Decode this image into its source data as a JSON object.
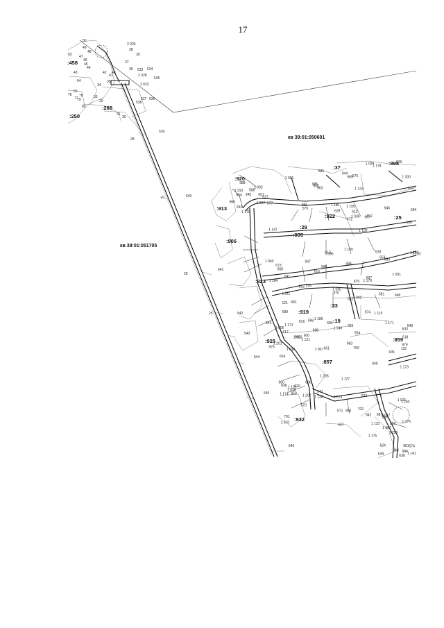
{
  "page": {
    "number": "17"
  },
  "quarters": {
    "north": "кв 39:01:050601",
    "west": "кв 39:01:051705"
  },
  "parcels": [
    ":458",
    ":250",
    ":288",
    ":920",
    ":998",
    ":913",
    ":922",
    ":29",
    ":25",
    ":935",
    ":906",
    ":923",
    ":19",
    ":33",
    ":919",
    ":925",
    ":859",
    ":857",
    ":932",
    ":37"
  ],
  "trunk_points": [
    "50",
    "49",
    "48",
    "47",
    "46",
    "45",
    "44",
    "43",
    "42",
    "41",
    "40",
    "39",
    "38",
    "37",
    "36",
    "35",
    "34",
    "33",
    "32",
    "31",
    "30",
    "28",
    "27",
    "26",
    "25",
    "539",
    "540",
    "541",
    "542",
    "543",
    "544",
    "545",
    "546",
    "533",
    "534",
    "535",
    "536",
    "537",
    "538",
    "2 026",
    "2 028",
    "2 022",
    "64",
    "63",
    "65",
    "76",
    "77",
    "78",
    "79",
    "80"
  ],
  "network_points": [
    "665",
    "664",
    "672",
    "673",
    "679",
    "680",
    "681",
    "683",
    "686",
    "687",
    "688",
    "691",
    "692",
    "694",
    "696",
    "697",
    "698",
    "699",
    "700",
    "701",
    "702",
    "649",
    "650",
    "651",
    "652",
    "653",
    "641",
    "642",
    "643",
    "940",
    "941",
    "942",
    "943",
    "944",
    "945",
    "946",
    "947",
    "948",
    "949",
    "950",
    "954",
    "959",
    "960",
    "961",
    "963",
    "966",
    "967",
    "968",
    "970",
    "974",
    "975",
    "979",
    "980",
    "983",
    "984",
    "985",
    "988",
    "996",
    "999",
    "1 001",
    "1 002",
    "1 006",
    "1 010",
    "1 015",
    "1 021",
    "1 027",
    "1 029",
    "1 032",
    "1 036",
    "1 040",
    "1 045",
    "1 049",
    "1 053",
    "1 067",
    "1 070",
    "1 079",
    "1 087",
    "1 091",
    "1 097",
    "1 102",
    "1 109",
    "1 111",
    "1 115",
    "1 121",
    "1 127",
    "1 130",
    "1 133",
    "1 141",
    "1 143",
    "1 147",
    "1 155",
    "1 163",
    "1 170",
    "1 171",
    "1 172",
    "1 173",
    "1 174",
    "1 175",
    "1 176",
    "1 178",
    "1 179",
    "1 180",
    "1 183",
    "1 184",
    "1 186",
    "1 201",
    "1 205",
    "1 207",
    "1 250",
    "1 258",
    "1 300",
    "1 310",
    "612",
    "613",
    "615",
    "616",
    "617",
    "618",
    "620",
    "623",
    "624",
    "626",
    "627",
    "628",
    "629",
    "632",
    "633",
    "634",
    "635",
    "636",
    "637",
    "638",
    "585",
    "588",
    "590",
    "593",
    "596",
    "598",
    "600",
    "601",
    "570",
    "571",
    "574",
    "576",
    "577",
    "579",
    "580",
    "581",
    "583",
    "121",
    "122",
    "1 120"
  ]
}
